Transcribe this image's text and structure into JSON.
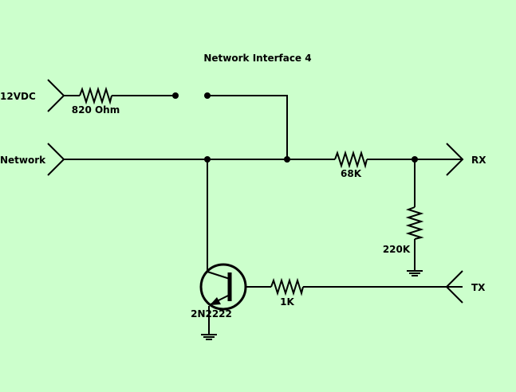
{
  "title": "Network Interface 4",
  "ports": {
    "power_in": "12VDC",
    "network": "Network",
    "rx": "RX",
    "tx": "TX"
  },
  "components": {
    "r_supply": "820 Ohm",
    "r_rx_series": "68K",
    "r_rx_pulldown": "220K",
    "r_base": "1K",
    "transistor": "2N2222"
  },
  "colors": {
    "background": "#ccffcc",
    "wire": "#000000"
  }
}
